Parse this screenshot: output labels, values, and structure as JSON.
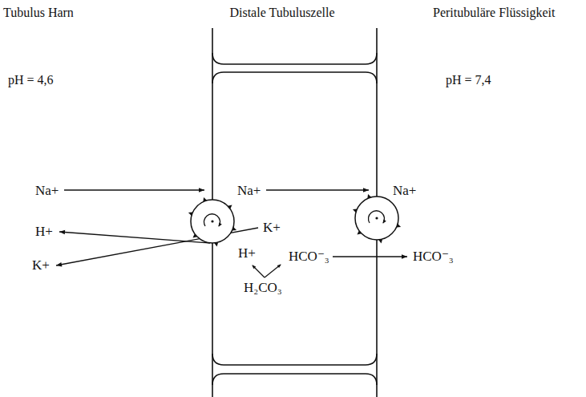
{
  "diagram": {
    "labels": [
      "Tubulus Harn",
      "Distale Tubuluszelle",
      "Peritubuläre Flüssigkeit",
      "pH = 4,6",
      "pH = 7,4",
      "Na+",
      "Na+",
      "Na+",
      "H+",
      "K+",
      "K+",
      "H+",
      "HCO⁻₃",
      "HCO⁻₃",
      "H₂CO₃"
    ]
  }
}
